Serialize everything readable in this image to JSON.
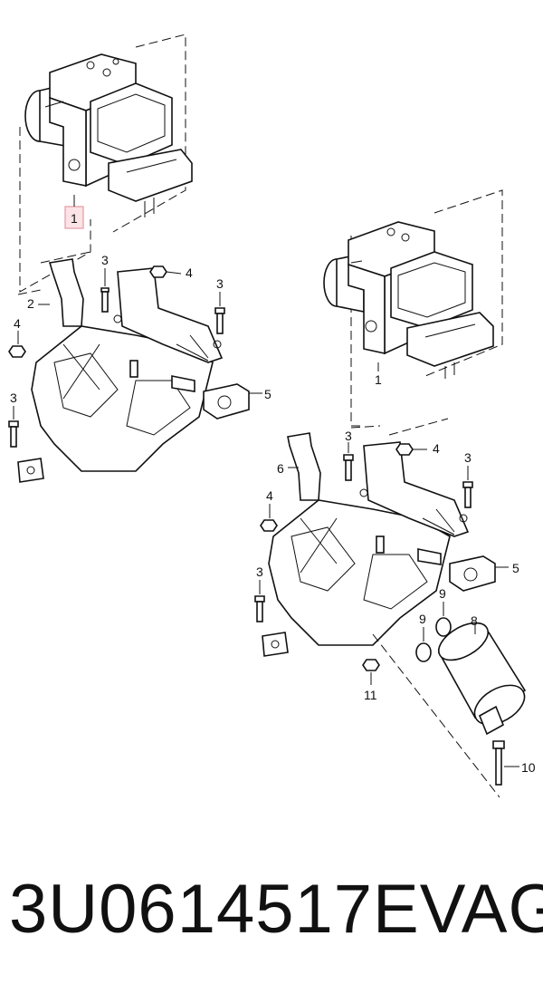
{
  "callouts": {
    "c1_highlight": "1",
    "c2": "2",
    "c3a": "3",
    "c4a": "4",
    "c3b": "3",
    "c4b": "4",
    "c5a": "5",
    "c3c": "3",
    "c1b": "1",
    "c3d": "3",
    "c4c": "4",
    "c6": "6",
    "c3e": "3",
    "c4d": "4",
    "c5b": "5",
    "c3f": "3",
    "c9a": "9",
    "c9b": "9",
    "c8": "8",
    "c11": "11",
    "c10": "10"
  },
  "caption": {
    "part_number": "3U0614517E",
    "brand": "VAG"
  },
  "colors": {
    "line": "#111111",
    "highlight_border": "#e59aa5",
    "highlight_fill": "#fbe3e6"
  }
}
